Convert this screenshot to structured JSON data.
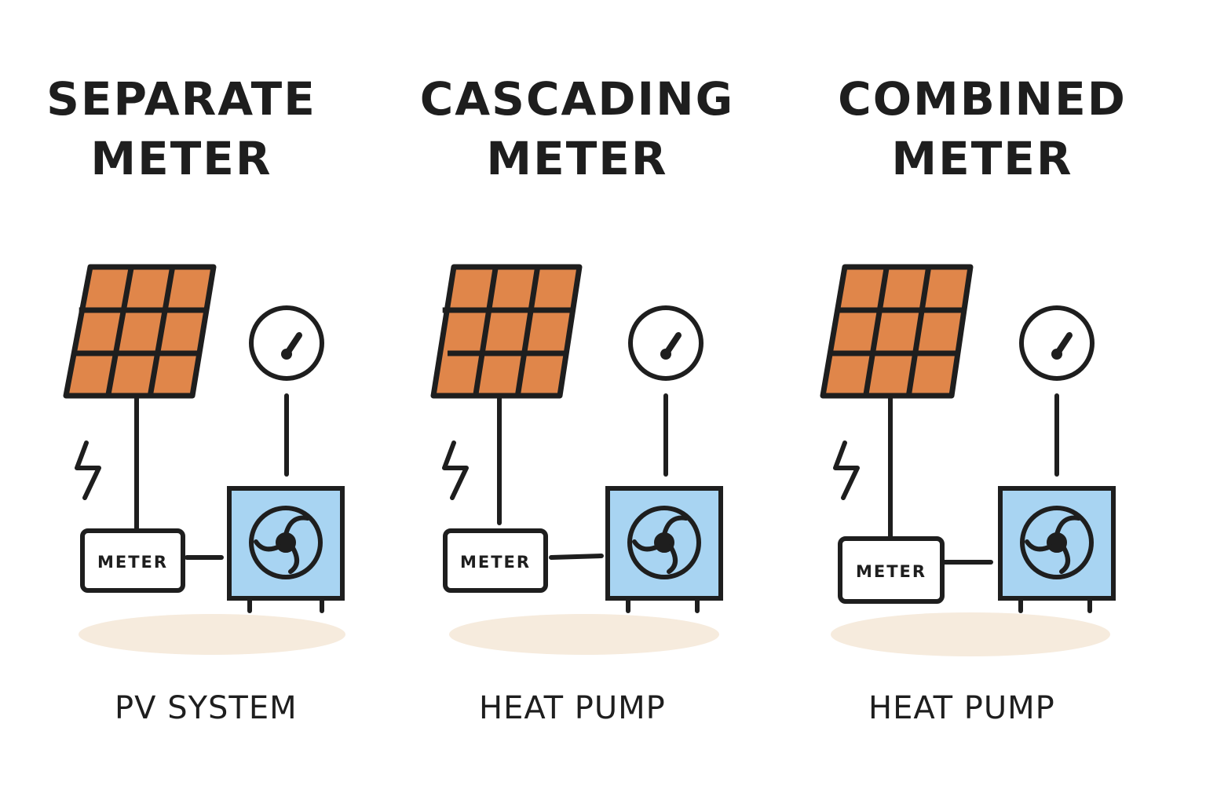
{
  "panels": [
    {
      "title_line1": "SEPARATE",
      "title_line2": "METER",
      "meter_label": "METER",
      "caption": "PV SYSTEM"
    },
    {
      "title_line1": "CASCADING",
      "title_line2": "METER",
      "meter_label": "METER",
      "caption": "HEAT PUMP"
    },
    {
      "title_line1": "COMBINED",
      "title_line2": "METER",
      "meter_label": "METER",
      "caption": "HEAT PUMP"
    }
  ],
  "icons": {
    "solar_panel": "solar-panel-icon",
    "gauge": "gauge-icon",
    "lightning": "lightning-icon",
    "heat_pump": "heat-pump-icon",
    "fan": "fan-icon"
  },
  "colors": {
    "ink": "#1e1e1e",
    "solar_cell": "#e0864a",
    "heat_pump_fill": "#a8d4f2",
    "shadow": "#f6ebdd",
    "background": "#ffffff"
  }
}
